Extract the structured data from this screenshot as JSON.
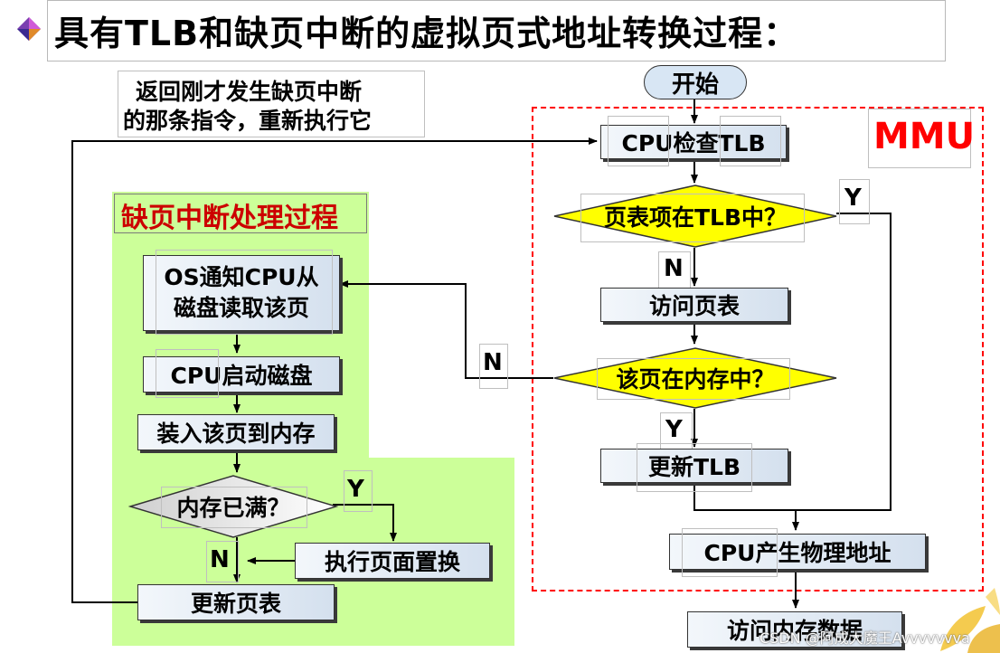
{
  "title": "具有TLB和缺页中断的虚拟页式地址转换过程：",
  "note": {
    "line1": "返回刚才发生缺页中断",
    "line2": "的那条指令，重新执行它"
  },
  "fault_panel": {
    "title": "缺页中断处理过程",
    "step1_line1": "OS通知CPU从",
    "step1_line2": "磁盘读取该页",
    "step2": "CPU启动磁盘",
    "step3": "装入该页到内存",
    "decision": "内存已满？",
    "replace": "执行页面置换",
    "update": "更新页表",
    "yes": "Y",
    "no": "N"
  },
  "main_flow": {
    "start": "开始",
    "mmu": "MMU",
    "check_tlb": "CPU检查TLB",
    "in_tlb": "页表项在TLB中？",
    "tlb_yes": "Y",
    "tlb_no": "N",
    "access_table": "访问页表",
    "in_memory": "该页在内存中？",
    "mem_no": "N",
    "mem_yes": "Y",
    "update_tlb": "更新TLB",
    "physical": "CPU产生物理地址",
    "access_memory": "访问内存数据"
  },
  "watermark": "CSDN @阿成大魔王Avvvvvvva",
  "colors": {
    "panel_green": "#ccff99",
    "decision_yellow": "#ffff00",
    "mmu_red": "#ff0000",
    "panel_title_red": "#cc0000"
  }
}
